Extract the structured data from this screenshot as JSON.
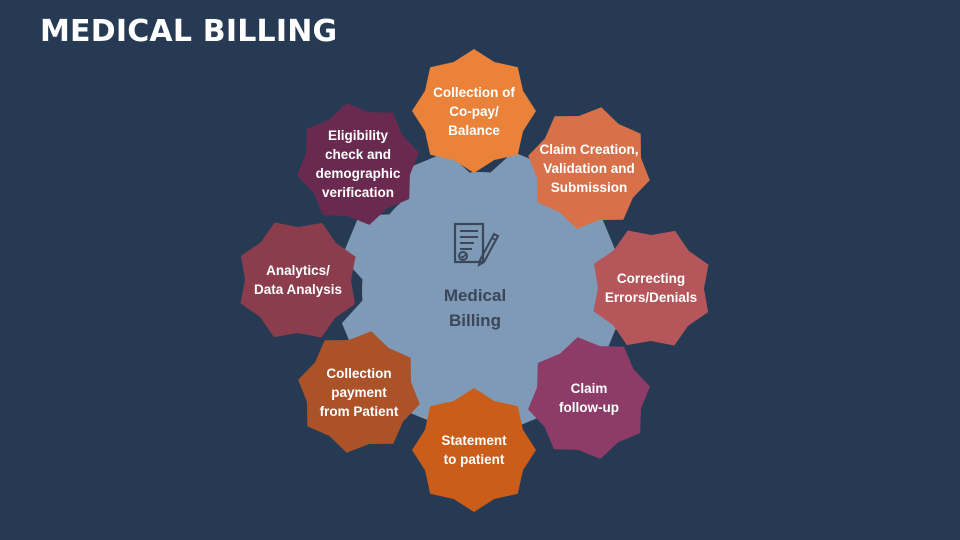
{
  "title": "MEDICAL BILLING",
  "center": {
    "line1": "Medical",
    "line2": "Billing",
    "icon": "document-with-pen-icon"
  },
  "steps": [
    {
      "lines": [
        "Collection of",
        "Co-pay/",
        "Balance"
      ],
      "color": "#ea8239"
    },
    {
      "lines": [
        "Claim Creation,",
        "Validation and",
        "Submission"
      ],
      "color": "#d8714a"
    },
    {
      "lines": [
        "Correcting",
        "Errors/Denials"
      ],
      "color": "#b5575a"
    },
    {
      "lines": [
        "Claim",
        "follow-up"
      ],
      "color": "#8d3c68"
    },
    {
      "lines": [
        "Statement",
        "to patient"
      ],
      "color": "#c95d19"
    },
    {
      "lines": [
        "Collection",
        "payment",
        "from Patient"
      ],
      "color": "#ab5228"
    },
    {
      "lines": [
        "Analytics/",
        "Data Analysis"
      ],
      "color": "#8b3d4d"
    },
    {
      "lines": [
        "Eligibility",
        "check and",
        "demographic",
        "verification"
      ],
      "color": "#6a2a50"
    }
  ],
  "colors": {
    "background": "#263a54",
    "gear": "#7f9ab6",
    "center_text": "#3b4658"
  }
}
